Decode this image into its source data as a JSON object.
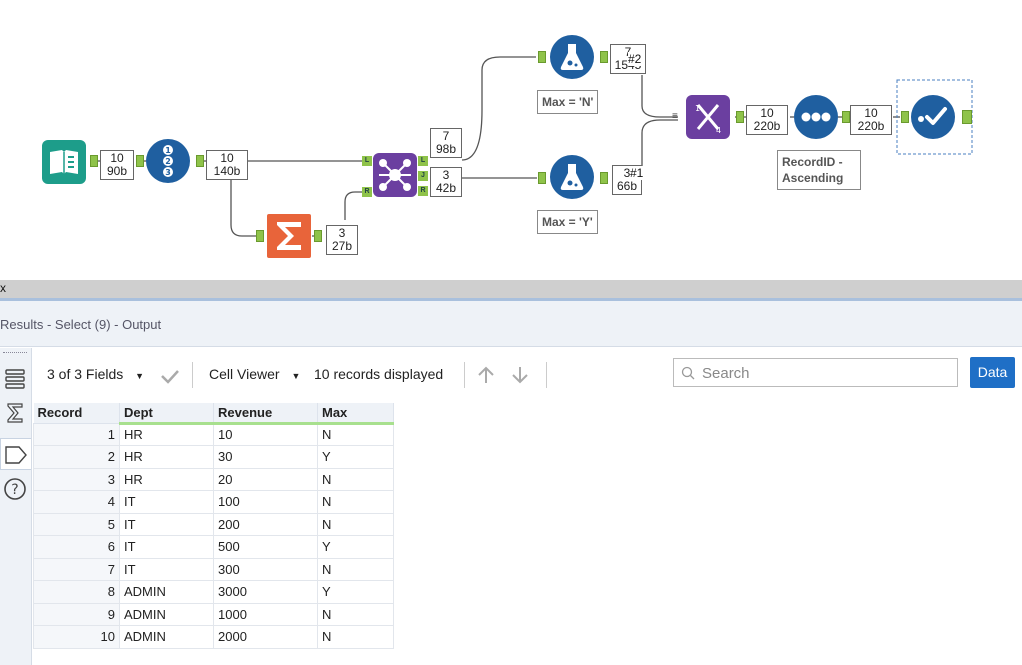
{
  "workflow": {
    "tools": {
      "input": {
        "name": "input-data"
      },
      "recordid": {
        "name": "record-id"
      },
      "summarize": {
        "name": "summarize"
      },
      "join": {
        "name": "join"
      },
      "formula1": {
        "name": "formula-n"
      },
      "formula2": {
        "name": "formula-y"
      },
      "union": {
        "name": "union"
      },
      "sort": {
        "name": "sort"
      },
      "select": {
        "name": "select"
      }
    },
    "badges": {
      "b1": {
        "count": "10",
        "size": "90b"
      },
      "b2": {
        "count": "10",
        "size": "140b"
      },
      "b3": {
        "count": "3",
        "size": "27b"
      },
      "b4": {
        "count": "7",
        "size": "98b"
      },
      "b5": {
        "count": "3",
        "size": "42b"
      },
      "b6": {
        "count": "7",
        "size": "1545"
      },
      "b7": {
        "count": "3",
        "size": "66b"
      },
      "b8": {
        "count": "10",
        "size": "220b"
      },
      "b9": {
        "count": "10",
        "size": "220b"
      }
    },
    "union_labels": {
      "top": "#2",
      "bottom": "#1"
    },
    "join_ports": {
      "left": "L",
      "right": "R",
      "out_left": "L",
      "out_join": "J",
      "out_right": "R"
    },
    "annotations": {
      "formula_n": "Max = 'N'",
      "formula_y": "Max = 'Y'",
      "sort": "RecordID - Ascending"
    }
  },
  "panel": {
    "close": "x",
    "title": "Results - Select (9) - Output"
  },
  "toolbar": {
    "fields": "3 of 3 Fields",
    "cell_viewer": "Cell Viewer",
    "records": "10 records displayed",
    "search_placeholder": "Search",
    "data_button": "Data"
  },
  "table": {
    "headers": [
      "Record",
      "Dept",
      "Revenue",
      "Max"
    ],
    "rows": [
      [
        "1",
        "HR",
        "10",
        "N"
      ],
      [
        "2",
        "HR",
        "30",
        "Y"
      ],
      [
        "3",
        "HR",
        "20",
        "N"
      ],
      [
        "4",
        "IT",
        "100",
        "N"
      ],
      [
        "5",
        "IT",
        "200",
        "N"
      ],
      [
        "6",
        "IT",
        "500",
        "Y"
      ],
      [
        "7",
        "IT",
        "300",
        "N"
      ],
      [
        "8",
        "ADMIN",
        "3000",
        "Y"
      ],
      [
        "9",
        "ADMIN",
        "1000",
        "N"
      ],
      [
        "10",
        "ADMIN",
        "2000",
        "N"
      ]
    ]
  },
  "colors": {
    "accent": "#1f6fc6",
    "anchor": "#8fc34a",
    "tool_blue": "#1f5fa0",
    "join_purple": "#6b3fa0",
    "summarize_orange": "#e8643a",
    "input_teal": "#1d9d8a"
  }
}
